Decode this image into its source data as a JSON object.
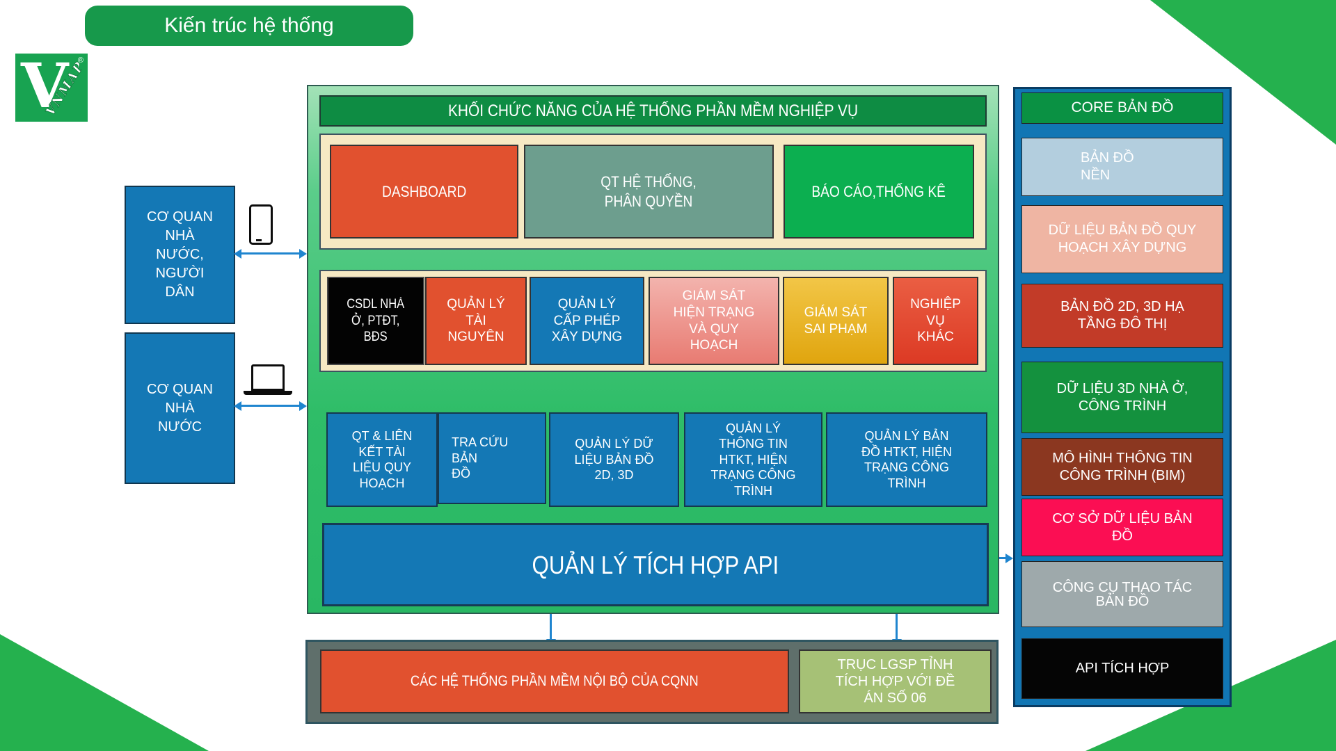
{
  "slide_title": "Kiến trúc hệ thống",
  "logo": {
    "letter": "V",
    "brand": "VNMAP",
    "registered": "®"
  },
  "palette": {
    "corner_green": "#25b14e",
    "title_green": "#17994b",
    "panel_green_top": "#a3e2b7",
    "panel_green_bottom": "#29b763",
    "header_green": "#0e8c43",
    "cream_band": "#f6e9c3",
    "orange": "#e1512f",
    "sage": "#6d9e8e",
    "bright_green": "#0caf50",
    "black": "#030303",
    "blue": "#1478b5",
    "pink": "#e87b72",
    "amber": "#e0a50e",
    "red": "#dc3a24",
    "gray_panel": "#5f6f6b",
    "olive": "#a6c176",
    "core_blue": "#1176b4",
    "light_blue": "#b3cede",
    "salmon": "#efb5a3",
    "brick": "#c23b28",
    "green": "#14913e",
    "brown": "#8b3720",
    "magenta": "#fb0e53",
    "gray": "#9ea9ab",
    "arrow_blue": "#1f85cf"
  },
  "actors": [
    {
      "label": "CƠ QUAN\nNHÀ\nNƯỚC,\nNGƯỜI\nDÂN",
      "icon": "smartphone-icon"
    },
    {
      "label": "CƠ QUAN\nNHÀ\nNƯỚC",
      "icon": "laptop-icon"
    }
  ],
  "functional_block": {
    "header": "KHỐI CHỨC NĂNG CỦA HỆ THỐNG PHẦN MỀM NGHIỆP VỤ",
    "row1": [
      {
        "label": "DASHBOARD",
        "color": "#e1512f"
      },
      {
        "label": "QT HỆ THỐNG,\nPHÂN QUYỀN",
        "color": "#6d9e8e"
      },
      {
        "label": "BÁO CÁO,THỐNG KÊ",
        "color": "#0caf50"
      }
    ],
    "row2": [
      {
        "label": "CSDL NHÀ\nỞ, PTĐT,\nBĐS",
        "color": "#030303"
      },
      {
        "label": "QUẢN LÝ\nTÀI\nNGUYÊN",
        "color": "#e1512f"
      },
      {
        "label": "QUẢN LÝ\nCẤP PHÉP\nXÂY DỰNG",
        "color": "#1478b5"
      },
      {
        "label": "GIÁM SÁT\nHIỆN TRẠNG\nVÀ QUY\nHOẠCH",
        "color": "#e87b72"
      },
      {
        "label": "GIÁM SÁT\nSAI PHẠM",
        "color": "#e0a50e"
      },
      {
        "label": "NGHIỆP\nVỤ\nKHÁC",
        "color": "#dc3a24"
      }
    ],
    "row3": [
      {
        "label": "QT & LIÊN\nKẾT TÀI\nLIỆU QUY\nHOẠCH"
      },
      {
        "label": "TRA CỨU\nBẢN\nĐỒ"
      },
      {
        "label": "QUẢN LÝ DỮ\nLIỆU BẢN ĐỒ\n2D, 3D"
      },
      {
        "label": "QUẢN LÝ\nTHÔNG TIN\nHTKT, HIỆN\nTRẠNG CÔNG\nTRÌNH"
      },
      {
        "label": "QUẢN LÝ BẢN\nĐỒ HTKT, HIỆN\nTRẠNG CÔNG\nTRÌNH"
      }
    ],
    "api_bar_label": "QUẢN LÝ TÍCH HỢP API"
  },
  "core_map": {
    "header": "CORE BẢN ĐỒ",
    "items": [
      {
        "label": "BẢN ĐỒ\nNỀN",
        "color": "#b3cede"
      },
      {
        "label": "DỮ LIỆU BẢN ĐỒ  QUY\nHOẠCH  XÂY DỰNG",
        "color": "#efb5a3"
      },
      {
        "label": "BẢN ĐỒ 2D, 3D HẠ\nTẦNG ĐÔ THỊ",
        "color": "#c23b28"
      },
      {
        "label": "DỮ LIỆU 3D NHÀ Ở,\nCÔNG TRÌNH",
        "color": "#14913e"
      },
      {
        "label": "MÔ HÌNH THÔNG TIN\nCÔNG TRÌNH (BIM)",
        "color": "#8b3720"
      },
      {
        "label": "CƠ SỞ DỮ LIỆU BẢN\nĐỒ",
        "color": "#fb0e53"
      },
      {
        "label": "CÔNG CỤ THAO TÁC\nBẢN ĐỒ",
        "color": "#9ea9ab"
      },
      {
        "label": "API TÍCH HỢP",
        "color": "#050505"
      }
    ]
  },
  "external_block": {
    "internal_systems_label": "CÁC HỆ THỐNG PHẦN MỀM NỘI BỘ CỦA CQNN",
    "lgsp_label": "TRỤC LGSP TỈNH\nTÍCH HỢP VỚI ĐỀ\nÁN SỐ 06"
  }
}
